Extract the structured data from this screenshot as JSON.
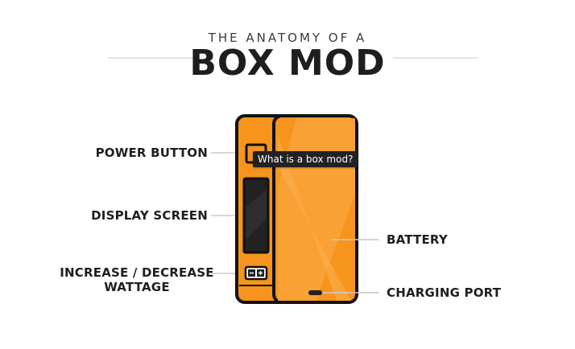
{
  "header": {
    "kicker": "THE ANATOMY OF A",
    "title": "BOX MOD"
  },
  "labels": {
    "power_button": "POWER BUTTON",
    "display_screen": "DISPLAY SCREEN",
    "wattage_line1": "INCREASE / DECREASE",
    "wattage_line2": "WATTAGE",
    "battery": "BATTERY",
    "charging_port": "CHARGING PORT"
  },
  "tooltip": {
    "text": "What is a box mod?"
  },
  "colors": {
    "body_orange": "#f7941d",
    "body_orange_light": "#f9a23a",
    "outline": "#111111",
    "screen": "#1f1f1f",
    "leader_line": "#cccccc"
  }
}
